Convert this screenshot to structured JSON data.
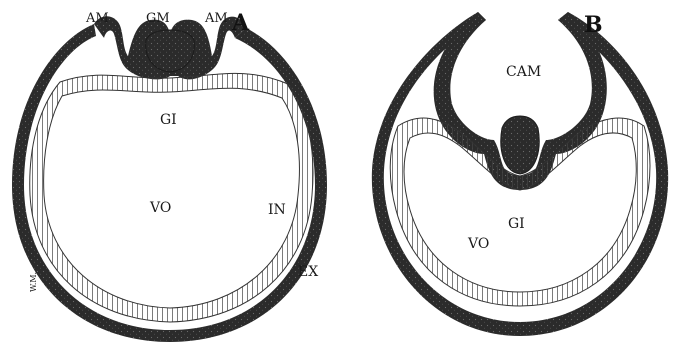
{
  "panels": [
    {
      "id": "A",
      "letter": "A",
      "labels": {
        "am_left": "AM",
        "gm": "GM",
        "am_right": "AM",
        "gi": "GI",
        "vo": "VO",
        "in": "IN",
        "ex": "EX"
      },
      "signature": "W.M."
    },
    {
      "id": "B",
      "letter": "B",
      "labels": {
        "cam": "CAM",
        "gi": "GI",
        "vo": "VO"
      }
    }
  ],
  "colors": {
    "ectoderm": "#2b2b2b",
    "endoderm_stroke": "#3a3a3a",
    "background": "#ffffff"
  }
}
